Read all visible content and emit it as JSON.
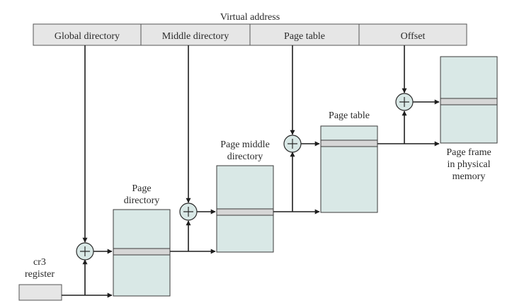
{
  "title": "Virtual address",
  "fields": [
    "Global directory",
    "Middle directory",
    "Page table",
    "Offset"
  ],
  "cr3": {
    "line1": "cr3",
    "line2": "register"
  },
  "tables": {
    "page_directory": {
      "line1": "Page",
      "line2": "directory"
    },
    "page_middle_directory": {
      "line1": "Page middle",
      "line2": "directory"
    },
    "page_table": {
      "line1": "Page table"
    },
    "page_frame": {
      "line1": "Page frame",
      "line2": "in physical",
      "line3": "memory"
    }
  },
  "adder_symbol": "+"
}
